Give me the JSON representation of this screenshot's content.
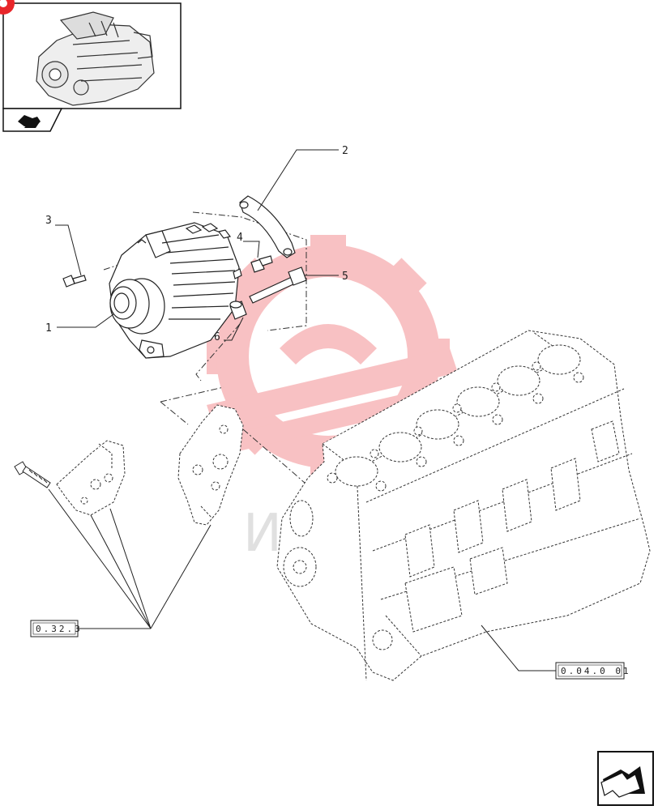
{
  "callouts": {
    "c1": "1",
    "c2": "2",
    "c3": "3",
    "c4": "4",
    "c5": "5",
    "c6": "6"
  },
  "references": {
    "bracket_group": "0.32.3",
    "engine_block": "0.04.0 01"
  },
  "watermark": {
    "text": "ИПТЕХ",
    "color": "#e8262a"
  },
  "icons": {
    "thumbnail": "engine-thumbnail-icon",
    "back": "back-arrow-icon",
    "next": "next-page-arrow-icon"
  }
}
